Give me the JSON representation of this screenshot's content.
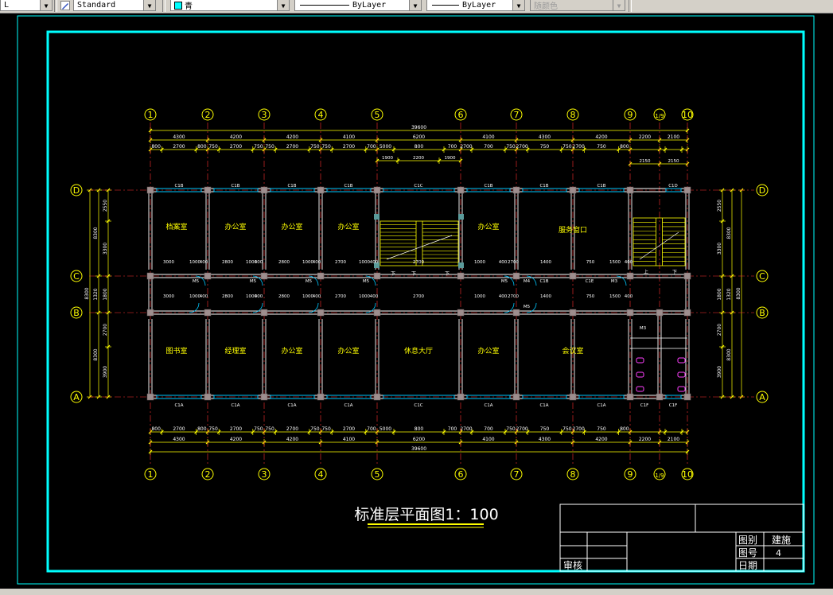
{
  "toolbar": {
    "layer_value": "L",
    "text_style": "Standard",
    "color_name": "青",
    "color_swatch": "#00ffff",
    "linetype": "ByLayer",
    "lineweight": "ByLayer",
    "plot_style": "随颜色"
  },
  "colors": {
    "frame": "#00ffff",
    "axis": "#ff3030",
    "dim": "#ffff00",
    "wall": "#ffffff",
    "column": "#9e8e8e",
    "window": "#00c8ff"
  },
  "drawing": {
    "title": "标准层平面图1：100",
    "axes_x": [
      "1",
      "2",
      "3",
      "4",
      "5",
      "6",
      "7",
      "8",
      "9",
      "1/9",
      "10"
    ],
    "axes_y": [
      "D",
      "C",
      "B",
      "A"
    ],
    "overall_dim": "39600",
    "bay_dims": [
      "4300",
      "4200",
      "4200",
      "4100",
      "6200",
      "4100",
      "4300",
      "4200",
      "2200",
      "2100"
    ],
    "top_detail_dims": [
      "800",
      "2700",
      "800",
      "750",
      "2700",
      "750",
      "750",
      "2700",
      "750",
      "750",
      "2700",
      "700",
      "5000",
      "800",
      "700",
      "2700",
      "700",
      "750",
      "2700",
      "750",
      "750",
      "2700",
      "750",
      "800"
    ],
    "stair_dims": [
      "1900",
      "2200",
      "1900",
      "2150",
      "2150"
    ],
    "left_dims": [
      "8300",
      "1320",
      "8300"
    ],
    "left_detail_dims": [
      "2550",
      "3300",
      "2700",
      "1800",
      "2700",
      "3900"
    ],
    "window_labels_top": [
      "C1B",
      "C1B",
      "C1B",
      "C1B",
      "C1C",
      "C1B",
      "C1B",
      "C1B",
      "C1D"
    ],
    "window_labels_bottom": [
      "C1A",
      "C1A",
      "C1A",
      "C1A",
      "C1C",
      "C1A",
      "C1A",
      "C1A",
      "C1F",
      "C1F"
    ],
    "door_labels": [
      "M5",
      "M5",
      "M5",
      "M5",
      "M5",
      "M5",
      "M4",
      "C1B",
      "C1E",
      "M3",
      "M3"
    ],
    "rooms": [
      {
        "name": "档案室"
      },
      {
        "name": "办公室"
      },
      {
        "name": "办公室"
      },
      {
        "name": "办公室"
      },
      {
        "name": "办公室"
      },
      {
        "name": "服务窗口"
      },
      {
        "name": "图书室"
      },
      {
        "name": "经理室"
      },
      {
        "name": "办公室"
      },
      {
        "name": "办公室"
      },
      {
        "name": "休息大厅"
      },
      {
        "name": "办公室"
      },
      {
        "name": "会议室"
      }
    ],
    "corridor_dims": [
      "3000",
      "1000",
      "400",
      "2800",
      "1000",
      "400",
      "2800",
      "1000",
      "400",
      "2700",
      "1000",
      "400",
      "2700",
      "1000",
      "400",
      "2700",
      "1400",
      "750",
      "1500",
      "400"
    ],
    "stair_marks": [
      "下",
      "下",
      "下",
      "上",
      "下"
    ]
  },
  "title_block": {
    "drawing_type_label": "图别",
    "drawing_type_value": "建施",
    "drawing_no_label": "图号",
    "drawing_no_value": "4",
    "date_label": "日期",
    "review_label": "审核"
  }
}
